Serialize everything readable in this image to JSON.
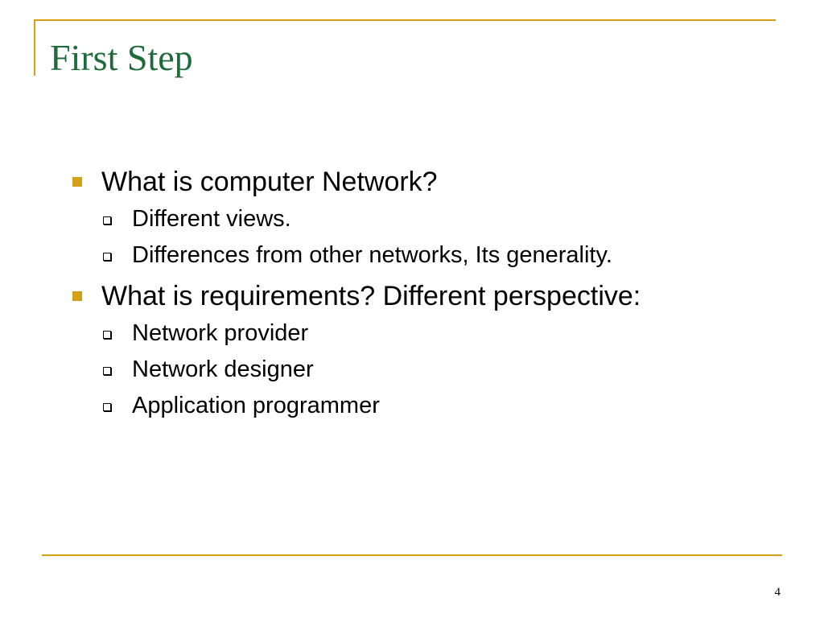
{
  "slide": {
    "title": "First Step",
    "page_number": "4",
    "accent_color": "#D4A017",
    "title_color": "#1E6B3A"
  },
  "bullets": [
    {
      "text": "What is computer Network?",
      "sub": [
        "Different views.",
        "Differences from other networks, Its generality."
      ]
    },
    {
      "text": "What is requirements?  Different perspective:",
      "sub": [
        "Network provider",
        "Network designer",
        "Application programmer"
      ]
    }
  ]
}
